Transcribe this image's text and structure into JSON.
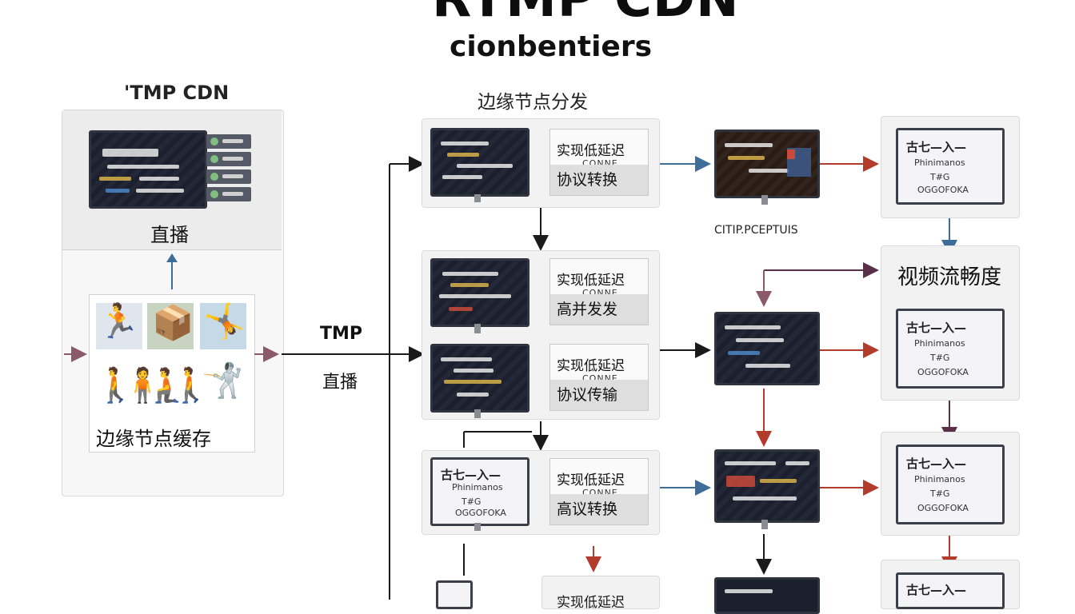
{
  "header": {
    "title": "RTMP CDN",
    "subtitle": "cionbentiers"
  },
  "left_panel": {
    "heading": "'TMP CDN",
    "live_label": "直播",
    "cache_label": "边缘节点缓存"
  },
  "middle": {
    "heading": "边缘节点分发",
    "link_label_top": "TMP",
    "link_label_bottom": "直播"
  },
  "nodes": [
    {
      "top": "实现低延迟",
      "mid": "CONNE",
      "bottom": "协议转换"
    },
    {
      "top": "实现低延迟",
      "mid": "CONNE",
      "bottom": "高并发发"
    },
    {
      "top": "实现低延迟",
      "mid": "CONNE",
      "bottom": "协议传输"
    },
    {
      "top": "实现低延迟",
      "mid": "CONNE",
      "bottom": "高议转换"
    },
    {
      "top": "实现低延迟",
      "mid": "",
      "bottom": ""
    }
  ],
  "caption_mid": "CITIP.PCEPTUIS",
  "right": {
    "heading": "视频流畅度",
    "screen_lines": [
      "古七—入—",
      "Phinimanos",
      "T#G",
      "OGGOFOKA"
    ]
  },
  "colors": {
    "arrow_black": "#1a1a1a",
    "arrow_blue": "#3f6d9a",
    "arrow_red": "#b23b2c",
    "arrow_purple": "#5a2f4a"
  },
  "icons": [
    "right-arrow-icon",
    "down-arrow-icon",
    "up-arrow-icon",
    "plus-icon"
  ]
}
